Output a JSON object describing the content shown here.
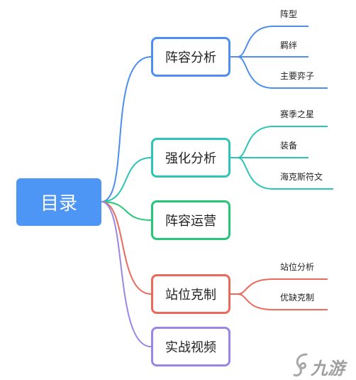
{
  "root": {
    "label": "目录",
    "color": "#4e96f5"
  },
  "branches": [
    {
      "label": "阵容分析",
      "color": "#4e8ef0",
      "leaves": [
        "阵型",
        "羁绊",
        "主要弈子"
      ]
    },
    {
      "label": "强化分析",
      "color": "#2ec4b6",
      "leaves": [
        "赛季之星",
        "装备",
        "海克斯符文"
      ]
    },
    {
      "label": "阵容运营",
      "color": "#27c77a",
      "leaves": []
    },
    {
      "label": "站位克制",
      "color": "#ec6a5c",
      "leaves": [
        "站位分析",
        "优缺克制"
      ]
    },
    {
      "label": "实战视频",
      "color": "#9b86e6",
      "leaves": []
    }
  ],
  "watermark": {
    "text": "九游",
    "icon": "jiuyou-logo-icon"
  }
}
